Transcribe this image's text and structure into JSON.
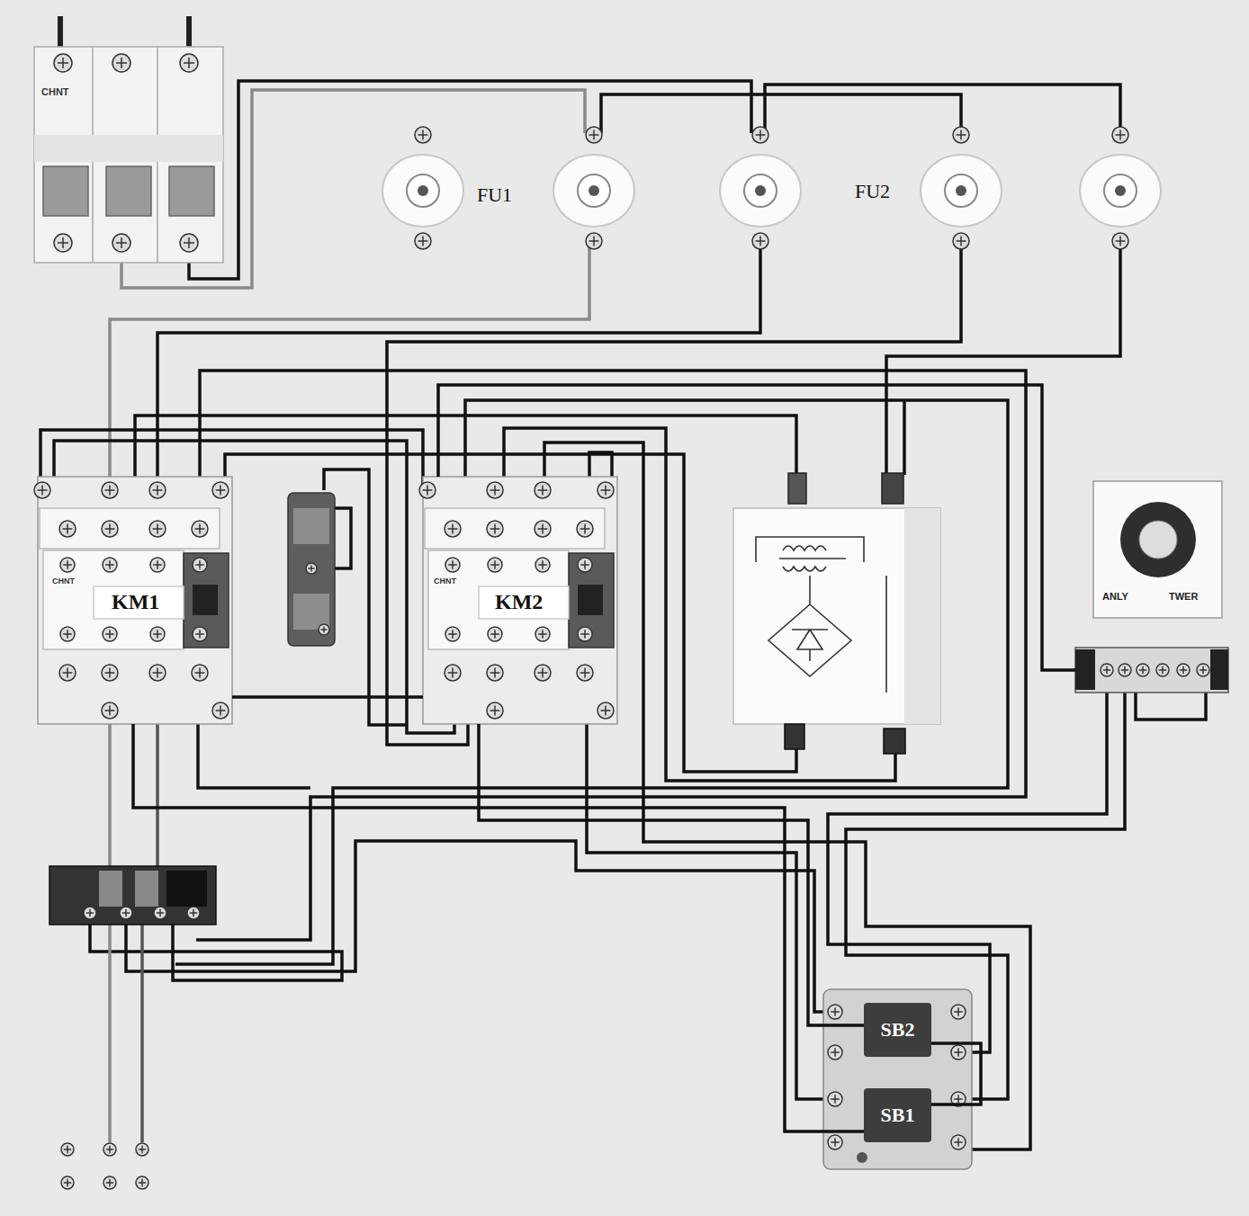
{
  "diagram": {
    "nodes": [
      {
        "text": [
          "CHNT"
        ]
      },
      {
        "text": [
          "CHNT",
          "KM1"
        ]
      },
      {
        "text": [
          "CHNT",
          "KM2"
        ]
      },
      {
        "text": [
          "ANLY",
          "TWER"
        ]
      },
      {
        "text": [
          "SB2"
        ]
      },
      {
        "text": [
          "SB1"
        ]
      }
    ],
    "edges": [
      {
        "from": 1,
        "to": 2,
        "arrow": "none"
      },
      {
        "from": 1,
        "to": 5,
        "arrow": "none"
      },
      {
        "from": 2,
        "to": 4,
        "arrow": "none"
      },
      {
        "from": 2,
        "to": 3,
        "arrow": "none"
      },
      {
        "from": 4,
        "to": 5,
        "arrow": "none"
      }
    ],
    "labels": [
      "FU1",
      "FU2"
    ]
  }
}
